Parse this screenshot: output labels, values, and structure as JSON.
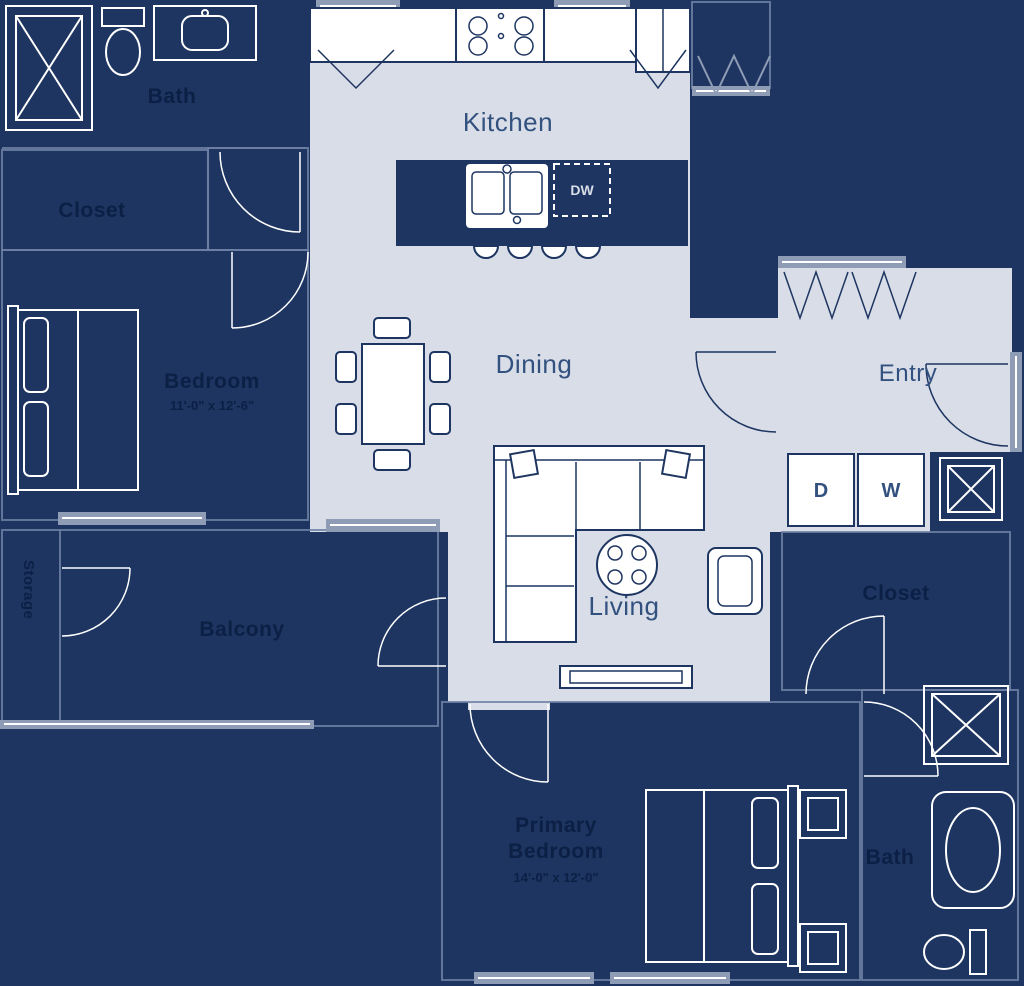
{
  "colors": {
    "navy": "#1d3560",
    "floor": "#d8dde8",
    "wallLine": "#6e81a4",
    "windowGray": "#8e9cb6",
    "labelLight": "#33517f",
    "labelDark": "#0c2045"
  },
  "rooms": {
    "kitchen": {
      "label": "Kitchen"
    },
    "dining": {
      "label": "Dining"
    },
    "living": {
      "label": "Living"
    },
    "entry": {
      "label": "Entry"
    },
    "bath1": {
      "label": "Bath"
    },
    "closet1": {
      "label": "Closet"
    },
    "bedroom": {
      "label": "Bedroom",
      "dimensions": "11'-0\" x 12'-6\""
    },
    "balcony": {
      "label": "Balcony"
    },
    "storage": {
      "label": "Storage"
    },
    "closet2": {
      "label": "Closet"
    },
    "primary_bedroom": {
      "label_line1": "Primary",
      "label_line2": "Bedroom",
      "dimensions": "14'-0\" x 12'-0\""
    },
    "bath2": {
      "label": "Bath"
    }
  },
  "appliances": {
    "dishwasher": "DW",
    "dryer": "D",
    "washer": "W"
  }
}
